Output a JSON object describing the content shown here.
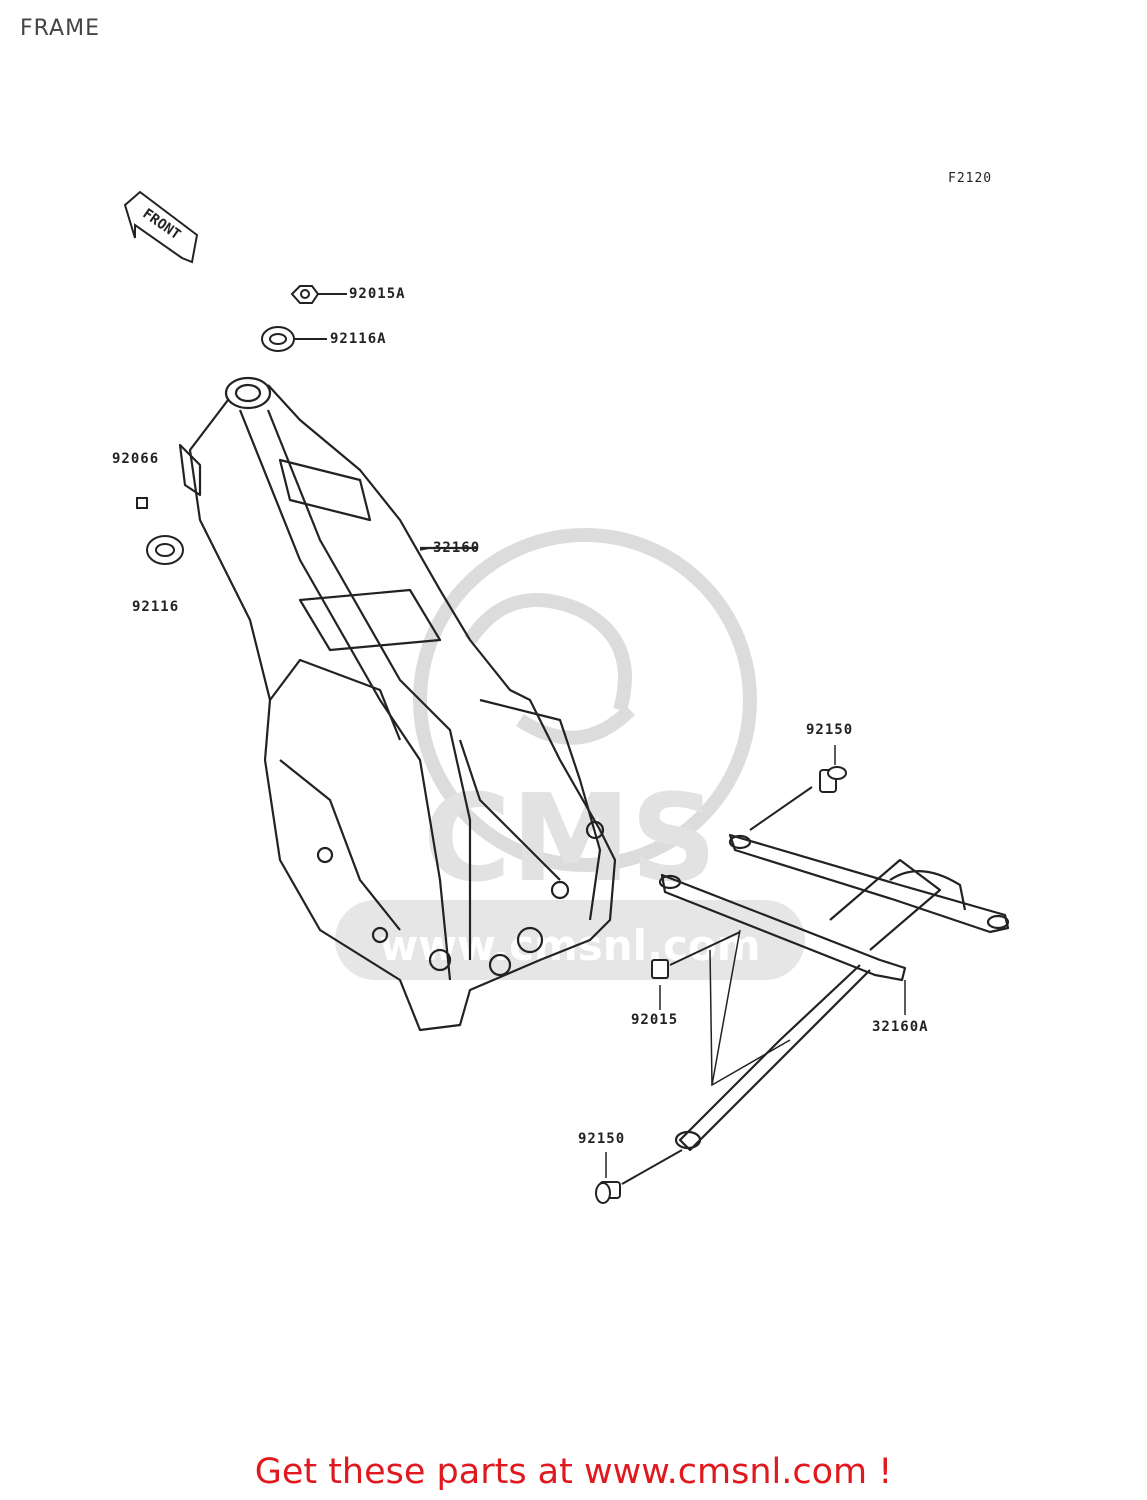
{
  "page": {
    "title": "FRAME",
    "figure_code": "F2120"
  },
  "parts": {
    "nut_head": "92015A",
    "bearing_head": "92116A",
    "pin": "92066",
    "bearing_lower": "92116",
    "frame": "32160",
    "bolt_upper": "92150",
    "nut_lower": "92015",
    "subframe": "32160A",
    "bolt_lower": "92150"
  },
  "front_arrow": "FRONT",
  "watermark": {
    "text": "CMS",
    "url": "www.cmsnl.com"
  },
  "banner": "Get these parts at www.cmsnl.com !",
  "colors": {
    "banner": "#e0191f",
    "lines": "#222222",
    "watermark": "#dcdcdc"
  }
}
